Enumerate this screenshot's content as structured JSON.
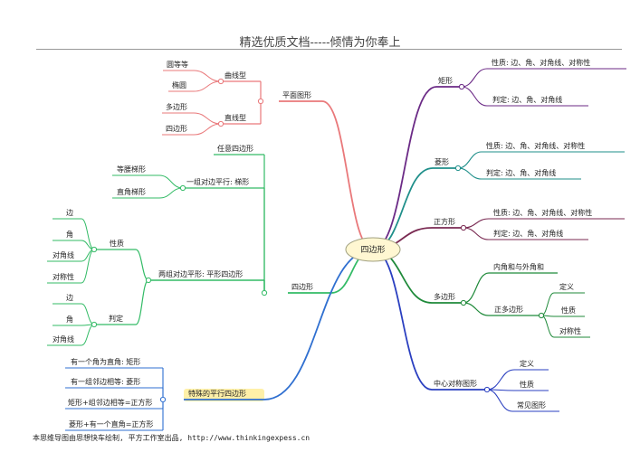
{
  "header": {
    "title": "精选优质文档-----倾情为你奉上"
  },
  "footer": {
    "text": "本思维导图由思想快车绘制, 平方工作室出品, http://www.thinkingexpess.cn"
  },
  "mindmap": {
    "center": "四边形",
    "colors": {
      "plane": "#e9787a",
      "quad": "#33bb66",
      "special": "#2f6fd0",
      "rect": "#6b2a86",
      "rhombus": "#1f8f8a",
      "square": "#7a2a52",
      "polygon": "#1f8a3a",
      "symmetric": "#2a3fc0",
      "center_fill": "#fff7d2",
      "center_stroke": "#a0a080",
      "special_fill": "#fff0a8"
    },
    "nodes": {
      "plane": "平面图形",
      "curve": "曲线型",
      "circle": "圆等等",
      "ellipse": "椭圆",
      "line_type": "直线型",
      "polygon_leaf": "多边形",
      "quad_leaf": "四边形",
      "quadrilateral": "四边形",
      "any_quad": "任意四边形",
      "trap": "一组对边平行: 梯形",
      "iso_trap": "等腰梯形",
      "right_trap": "直角梯形",
      "parallelogram": "两组对边平形: 平形四边形",
      "prop": "性质",
      "edge": "边",
      "angle": "角",
      "diag": "对角线",
      "sym": "对称性",
      "judge": "判定",
      "j_edge": "边",
      "j_angle": "角",
      "j_diag": "对角线",
      "special": "特殊的平行四边形",
      "sp1": "有一个角为直角: 矩形",
      "sp2": "有一组邻边相等: 菱形",
      "sp3": "矩形+组邻边相等=正方形",
      "sp4": "菱形+有一个直角=正方形",
      "rect": "矩形",
      "rect_prop": "性质: 边、角、对角线、对称性",
      "rect_judge": "判定: 边、角、对角线",
      "rhombus": "菱形",
      "rh_prop": "性质: 边、角、对角线、对称性",
      "rh_judge": "判定: 边、角、对角线",
      "square": "正方形",
      "sq_prop": "性质: 边、角、对角线、对称性",
      "sq_judge": "判定: 边、角、对角线",
      "polygon": "多边形",
      "inner_outer": "内角和与外角和",
      "regular": "正多边形",
      "def": "定义",
      "pg_prop": "性质",
      "pg_sym": "对称性",
      "symmetric": "中心对称图形",
      "s_def": "定义",
      "s_prop": "性质",
      "s_common": "常见图形"
    }
  }
}
